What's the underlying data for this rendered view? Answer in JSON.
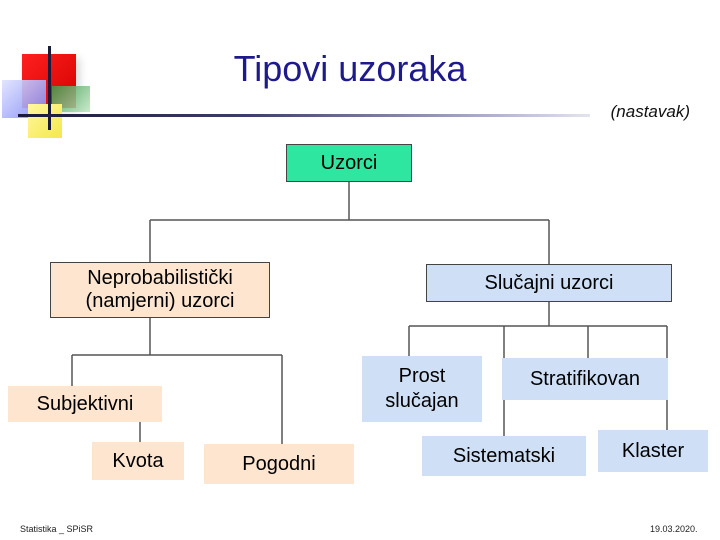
{
  "slide": {
    "title": "Tipovi uzoraka",
    "subtitle": "(nastavak)"
  },
  "diagram": {
    "root": "Uzorci",
    "nonprobability": "Neprobabilistički\n(namjerni) uzorci",
    "random": "Slučajni uzorci",
    "subjective": "Subjektivni",
    "quota": "Kvota",
    "convenience": "Pogodni",
    "simple_random": "Prost\nslučajan",
    "stratified": "Stratifikovan",
    "systematic": "Sistematski",
    "cluster": "Klaster"
  },
  "footer": {
    "left": "Statistika _ SPiSR",
    "right": "19.03.2020."
  },
  "colors": {
    "title": "#1f1a8c",
    "root_box": "#2ee6a0",
    "nonprobability_box": "#fde5cf",
    "random_box": "#cfe0f6",
    "connector": "#555555"
  }
}
